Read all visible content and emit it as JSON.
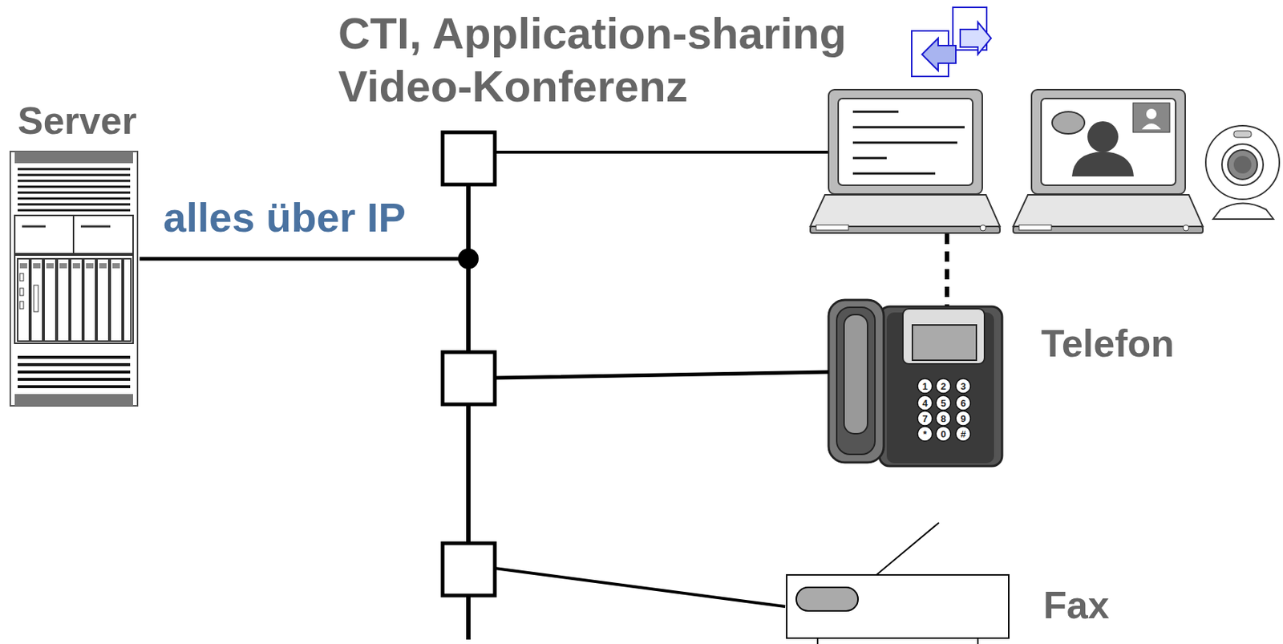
{
  "diagram": {
    "title": "CTI, Application-sharing Video-Konferenz",
    "nodes": [
      {
        "text": [
          "Server"
        ]
      },
      {
        "text": [
          "Telefon"
        ]
      },
      {
        "text": [
          "Fax"
        ]
      }
    ],
    "edges": [
      {
        "from": 0,
        "to": 1,
        "arrow": "none"
      },
      {
        "from": 0,
        "to": 2,
        "arrow": "none"
      }
    ],
    "labels": [
      "alles über IP",
      "1",
      "2",
      "3",
      "4",
      "5",
      "6",
      "7",
      "8",
      "9",
      "*",
      "0",
      "#"
    ]
  }
}
